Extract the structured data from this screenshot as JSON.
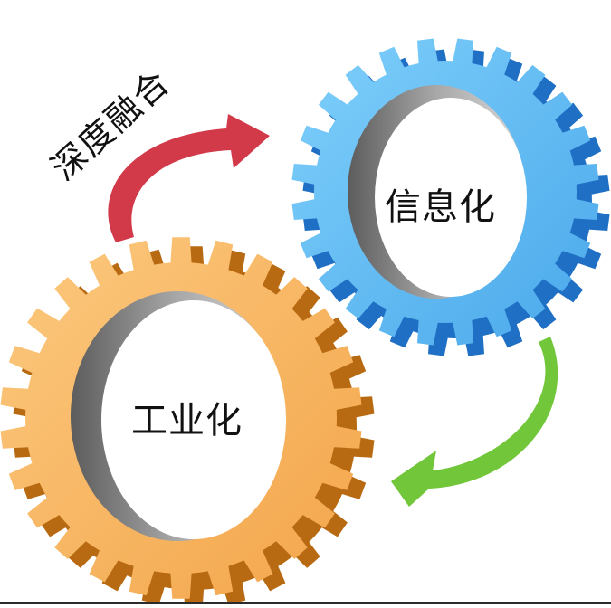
{
  "diagram": {
    "caption_rotated": "深度融合",
    "gears": [
      {
        "id": "informatization",
        "label": "信息化",
        "color": "#5ab8f0",
        "shade": "#1f6fc4",
        "position": "top-right"
      },
      {
        "id": "industrialization",
        "label": "工业化",
        "color": "#f7b45e",
        "shade": "#b86a12",
        "position": "bottom-left"
      }
    ],
    "arrows": [
      {
        "id": "top-arrow",
        "color": "#d23a4a",
        "direction": "clockwise",
        "from": "industrialization",
        "to": "informatization"
      },
      {
        "id": "bottom-arrow",
        "color": "#72c63a",
        "direction": "clockwise",
        "from": "informatization",
        "to": "industrialization"
      }
    ],
    "colors": {
      "hole_shadow": "#8a8a8a",
      "background": "#ffffff",
      "text": "#111111"
    }
  }
}
